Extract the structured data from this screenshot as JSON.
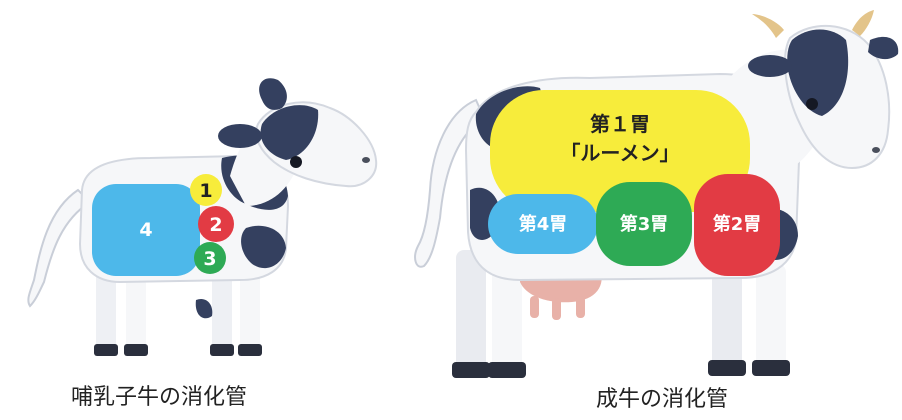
{
  "calf": {
    "caption": "哺乳子牛の消化管",
    "stomachs": [
      {
        "key": "fourth",
        "label": "4",
        "color": "#4db8ea"
      },
      {
        "key": "first",
        "label": "1",
        "color": "#f7ec3b"
      },
      {
        "key": "second",
        "label": "2",
        "color": "#e23b44"
      },
      {
        "key": "third",
        "label": "3",
        "color": "#2eaa55"
      }
    ]
  },
  "adult": {
    "caption": "成牛の消化管",
    "stomachs": [
      {
        "key": "rumen",
        "label_line1": "第１胃",
        "label_line2": "「ルーメン」",
        "color": "#f7ec3b"
      },
      {
        "key": "fourth",
        "label": "第4胃",
        "color": "#4db8ea"
      },
      {
        "key": "third",
        "label": "第3胃",
        "color": "#2eaa55"
      },
      {
        "key": "second",
        "label": "第2胃",
        "color": "#e23b44"
      }
    ]
  },
  "colors": {
    "cow_body": "#f6f7f9",
    "cow_spots": "#34405f",
    "cow_outline": "#2a2f3d",
    "udder": "#e8b1a8",
    "horn": "#e3c48a"
  }
}
